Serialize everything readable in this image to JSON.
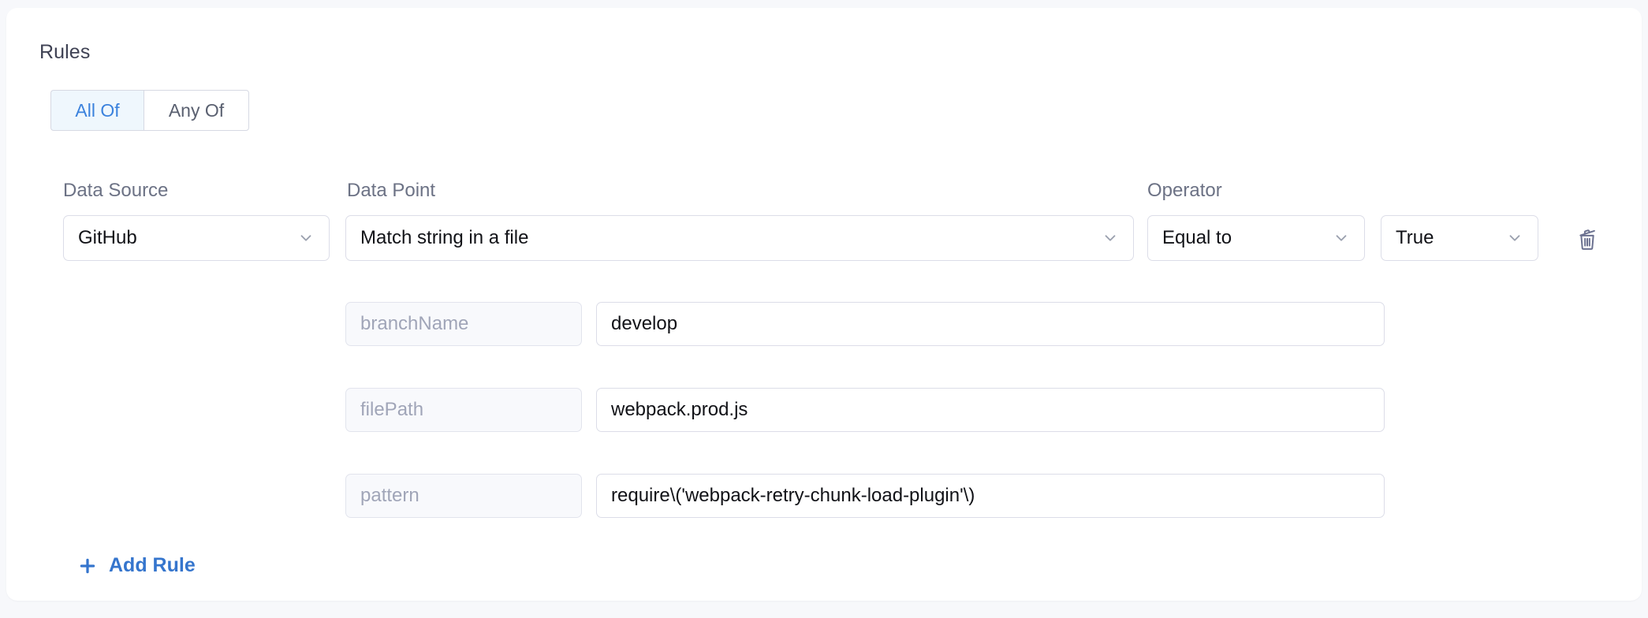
{
  "card": {
    "section_title": "Rules",
    "match_mode": {
      "options": [
        {
          "label": "All Of",
          "selected": true
        },
        {
          "label": "Any Of",
          "selected": false
        }
      ]
    },
    "columns": {
      "data_source_label": "Data Source",
      "data_point_label": "Data Point",
      "operator_label": "Operator"
    },
    "rule": {
      "data_source": "GitHub",
      "data_point": "Match string in a file",
      "operator": "Equal to",
      "operator_value": "True",
      "delete_icon": "trash-icon",
      "chevron_icon": "chevron-down-icon",
      "parameters": [
        {
          "key": "branchName",
          "value": "develop"
        },
        {
          "key": "filePath",
          "value": "webpack.prod.js"
        },
        {
          "key": "pattern",
          "value": "require\\('webpack-retry-chunk-load-plugin'\\)"
        }
      ]
    },
    "add_rule": {
      "label": "Add Rule",
      "icon": "plus-icon"
    }
  },
  "colors": {
    "page_background": "#f7f8fb",
    "card_background": "#ffffff",
    "accent_blue": "#3575cd",
    "toggle_active_text": "#3b82dd",
    "toggle_active_background": "#eff7fd",
    "label_gray": "#6c7285",
    "placeholder_gray": "#a0a5b8",
    "border_gray": "#dcdde8"
  }
}
